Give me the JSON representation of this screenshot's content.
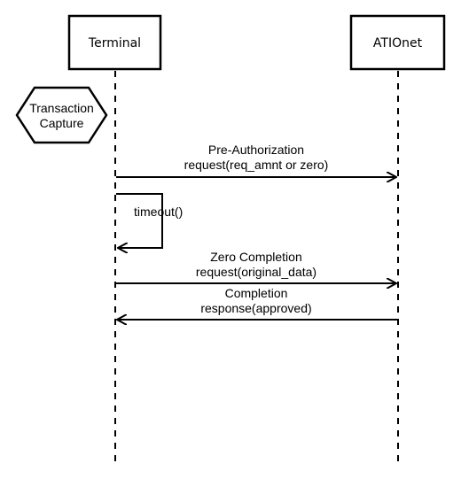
{
  "participants": {
    "terminal": "Terminal",
    "atio": "ATIOnet"
  },
  "note": {
    "line1": "Transaction",
    "line2": "Capture"
  },
  "messages": {
    "preauth_line1": "Pre-Authorization",
    "preauth_line2": "request(req_amnt or zero)",
    "timeout": "timeout()",
    "zero_line1": "Zero Completion",
    "zero_line2": "request(original_data)",
    "completion_line1": "Completion",
    "completion_line2": "response(approved)"
  },
  "colors": {
    "ink": "#000000",
    "background": "#ffffff"
  }
}
